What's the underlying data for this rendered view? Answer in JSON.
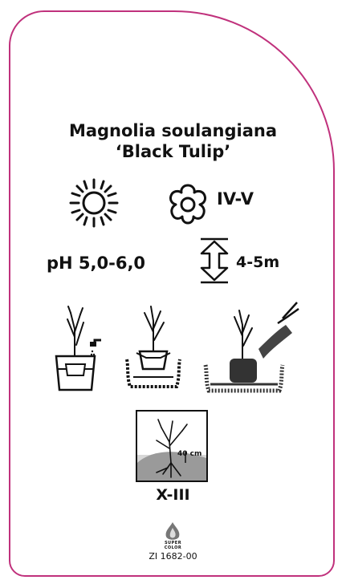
{
  "plant": {
    "name": "Magnolia soulangiana",
    "cultivar": "‘Black Tulip’"
  },
  "flowering": {
    "months": "IV-V"
  },
  "soil": {
    "ph": "pH 5,0-6,0"
  },
  "height": {
    "value": "4-5m"
  },
  "planting": {
    "depth_label": "40 cm"
  },
  "hardiness": {
    "zone": "X-III"
  },
  "brand": {
    "name_line1": "SUPER",
    "name_line2": "COLOR"
  },
  "catalog": {
    "code": "ZI 1682-00"
  },
  "colors": {
    "border": "#c0317c",
    "ink": "#111111",
    "soil": "#555555"
  },
  "icons": [
    "sun-icon",
    "flower-icon",
    "height-arrow-icon",
    "bucket-watering-icon",
    "hole-planting-icon",
    "soil-filling-icon",
    "planting-depth-icon",
    "brand-logo-icon"
  ]
}
